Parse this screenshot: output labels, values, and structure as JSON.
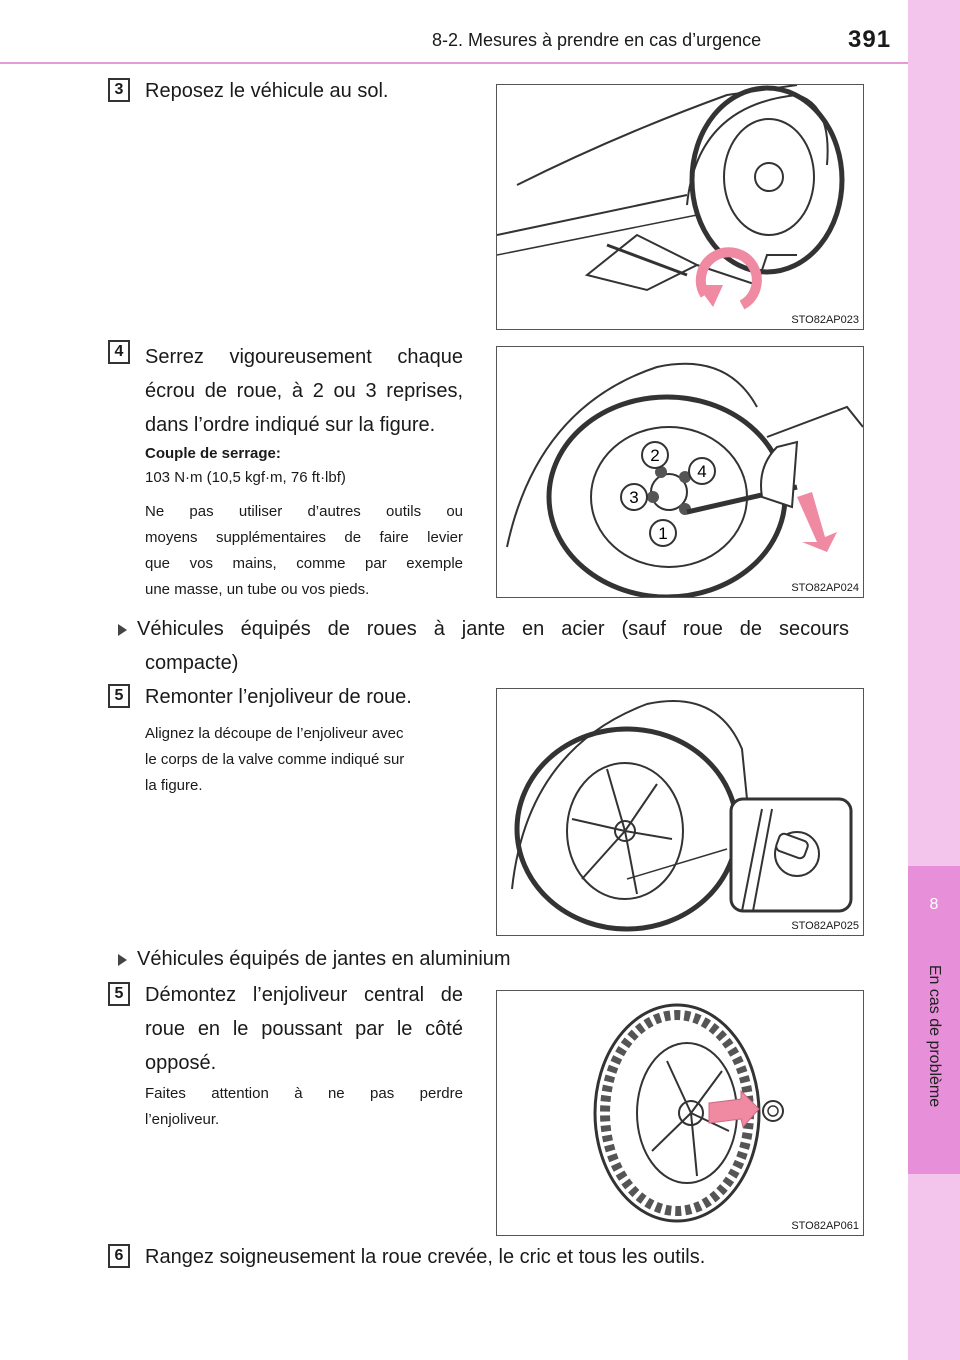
{
  "header": {
    "section_title": "8-2. Mesures à prendre en cas d’urgence",
    "page_number": "391"
  },
  "side_tab": {
    "chapter_number": "8",
    "chapter_title": "En cas de problème"
  },
  "steps": {
    "s3": {
      "number": "3",
      "text": "Reposez le véhicule au sol.",
      "figure_code": "STO82AP023"
    },
    "s4": {
      "number": "4",
      "text_lines": [
        "Serrez vigoureusement chaque",
        "écrou de roue, à 2 ou 3 reprises,",
        "dans l’ordre indiqué sur la figure."
      ],
      "torque_label": "Couple de serrage:",
      "torque_value": "103 N·m (10,5 kgf·m, 76 ft·lbf)",
      "note_lines": [
        "Ne pas utiliser d’autres outils ou",
        "moyens supplémentaires de faire levier",
        "que vos mains, comme par exemple",
        "une masse, un tube ou vos pieds."
      ],
      "figure_code": "STO82AP024",
      "order_labels": [
        "1",
        "2",
        "3",
        "4"
      ]
    },
    "bullet_steel": {
      "lines": [
        "Véhicules équipés de roues à jante en acier (sauf roue de secours",
        "compacte)"
      ]
    },
    "s5a": {
      "number": "5",
      "text": "Remonter l’enjoliveur de roue.",
      "note_lines": [
        "Alignez la découpe de l’enjoliveur avec",
        "le corps de la valve comme indiqué sur",
        "la figure."
      ],
      "figure_code": "STO82AP025"
    },
    "bullet_alu": {
      "text": "Véhicules équipés de jantes en aluminium"
    },
    "s5b": {
      "number": "5",
      "text_lines": [
        "Démontez l’enjoliveur central de",
        "roue en le poussant par le côté",
        "opposé."
      ],
      "note_lines": [
        "Faites attention à ne pas perdre",
        "l’enjoliveur."
      ],
      "figure_code": "STO82AP061"
    },
    "s6": {
      "number": "6",
      "text": "Rangez soigneusement la roue crevée, le cric et tous les outils."
    }
  },
  "colors": {
    "accent_pink": "#e88fd9",
    "tab_light": "#f3c4ec",
    "arrow_pink": "#ef8aa2"
  }
}
